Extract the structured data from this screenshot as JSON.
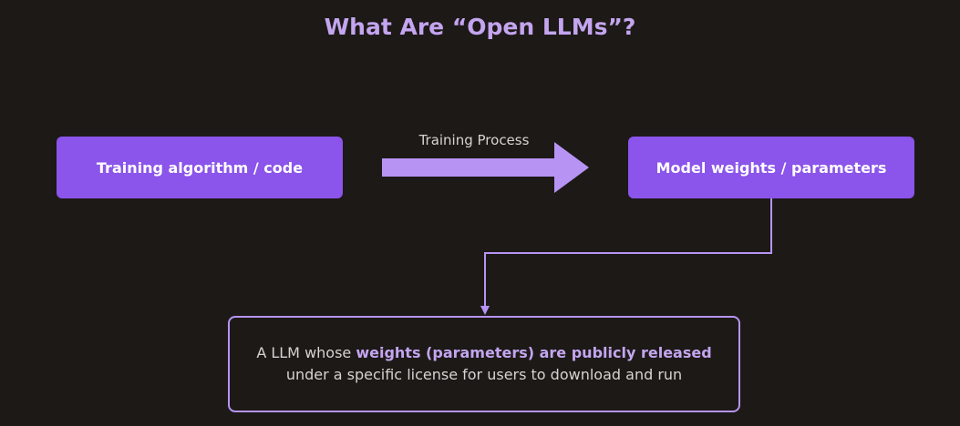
{
  "title": "What Are “Open LLMs”?",
  "nodes": {
    "source": "Training algorithm / code",
    "target": "Model weights / parameters"
  },
  "edge_label": "Training Process",
  "definition": {
    "prefix": "A LLM whose ",
    "highlight": "weights (parameters) are publicly released",
    "line2": "under a specific license for users to download and run"
  },
  "colors": {
    "background": "#1c1917",
    "box": "#8b54ea",
    "accent": "#c4a5ef",
    "arrow": "#b794f4",
    "text": "#d6d3d1"
  }
}
